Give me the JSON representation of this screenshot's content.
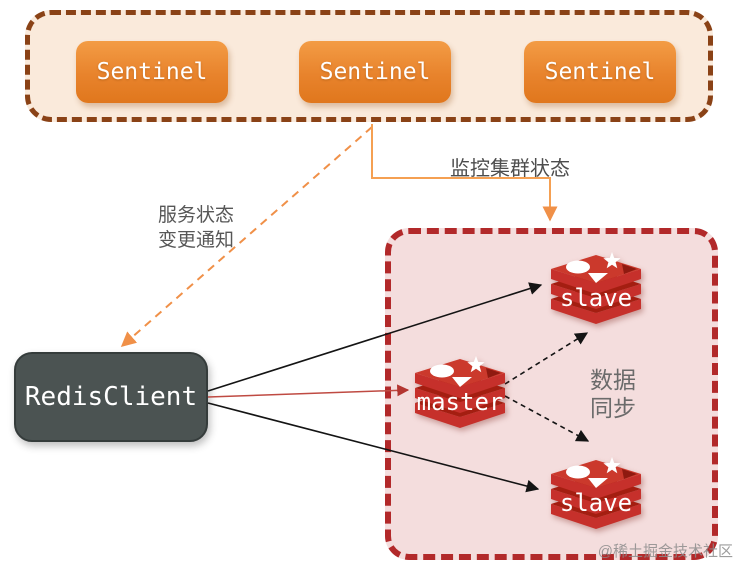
{
  "page": {
    "background": "#ffffff"
  },
  "sentinel_group": {
    "items": [
      {
        "label": "Sentinel"
      },
      {
        "label": "Sentinel"
      },
      {
        "label": "Sentinel"
      }
    ],
    "container_bg": "#faeadb",
    "container_border": "#8a4216",
    "box_gradient_top": "#f39c45",
    "box_gradient_bottom": "#e0771d"
  },
  "client": {
    "label": "RedisClient",
    "bg_color": "#4b5352"
  },
  "cluster": {
    "bg_color": "#f4dddd",
    "border_color": "#b2292a",
    "redis_red": "#c6302b",
    "redis_dark": "#a41e11",
    "nodes": [
      {
        "id": "slave-top",
        "label": "slave"
      },
      {
        "id": "master",
        "label": "master"
      },
      {
        "id": "slave-bottom",
        "label": "slave"
      }
    ]
  },
  "annotations": {
    "monitor_label": "监控集群状态",
    "notify_label": "服务状态\n变更通知",
    "sync_label": "数据\n同步",
    "watermark": "@稀土掘金技术社区"
  },
  "arrows": {
    "orange": "#f09048",
    "black": "#141414",
    "red": "#bf4a42"
  }
}
